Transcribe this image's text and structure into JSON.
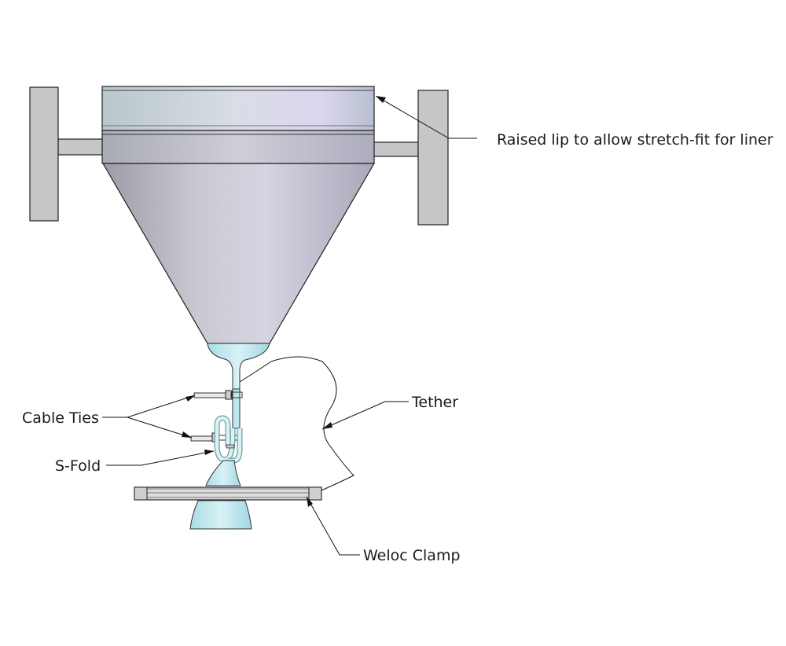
{
  "diagram": {
    "labels": {
      "lip": "Raised lip to allow stretch-fit for liner",
      "cable_ties": "Cable Ties",
      "tether": "Tether",
      "s_fold": "S-Fold",
      "clamp": "Weloc Clamp"
    }
  }
}
